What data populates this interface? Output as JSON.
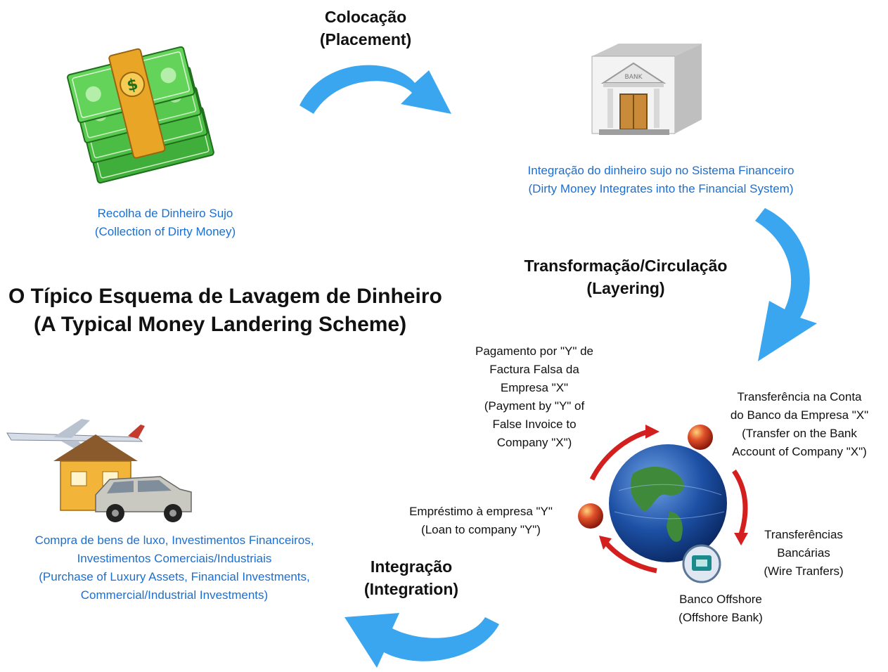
{
  "title": {
    "line1": "O Típico Esquema de Lavagem de Dinheiro",
    "line2": "(A Typical Money Landering Scheme)"
  },
  "stages": {
    "placement": {
      "line1": "Colocação",
      "line2": "(Placement)"
    },
    "layering": {
      "line1": "Transformação/Circulação",
      "line2": "(Layering)"
    },
    "integration": {
      "line1": "Integração",
      "line2": "(Integration)"
    }
  },
  "captions": {
    "collection": {
      "line1": "Recolha de Dinheiro Sujo",
      "line2": "(Collection of Dirty Money)"
    },
    "financial_system": {
      "line1": "Integração do dinheiro sujo no Sistema Financeiro",
      "line2": "(Dirty Money Integrates into the Financial System)"
    },
    "purchase": {
      "line1": "Compra de bens de luxo, Investimentos Financeiros,",
      "line2": "Investimentos Comerciais/Industriais",
      "line3": "(Purchase of Luxury Assets, Financial Investments,",
      "line4": "Commercial/Industrial Investments)"
    }
  },
  "layering_cycle": {
    "payment": {
      "line1": "Pagamento por \"Y\" de",
      "line2": "Factura Falsa da",
      "line3": "Empresa \"X\"",
      "line4": "(Payment by \"Y\" of",
      "line5": "False Invoice to",
      "line6": "Company \"X\")"
    },
    "transfer": {
      "line1": "Transferência na Conta",
      "line2": "do Banco da Empresa \"X\"",
      "line3": "(Transfer on the Bank",
      "line4": "Account of Company \"X\")"
    },
    "loan": {
      "line1": "Empréstimo à empresa \"Y\"",
      "line2": "(Loan to company \"Y\")"
    },
    "wire": {
      "line1": "Transferências",
      "line2": "Bancárias",
      "line3": "(Wire Tranfers)"
    },
    "offshore": {
      "line1": "Banco Offshore",
      "line2": "(Offshore Bank)"
    }
  },
  "colors": {
    "caption_blue": "#1a6fd0",
    "arrow_blue": "#3aa6ef",
    "cycle_red": "#d41f1f",
    "money_green": "#3fae3a",
    "globe_blue": "#1c4fa3"
  },
  "icons": {
    "money": "money-stack-icon",
    "bank": "bank-building-icon",
    "assets": "house-car-plane-icon",
    "globe": "globe-icon",
    "offshore": "offshore-bank-icon"
  }
}
